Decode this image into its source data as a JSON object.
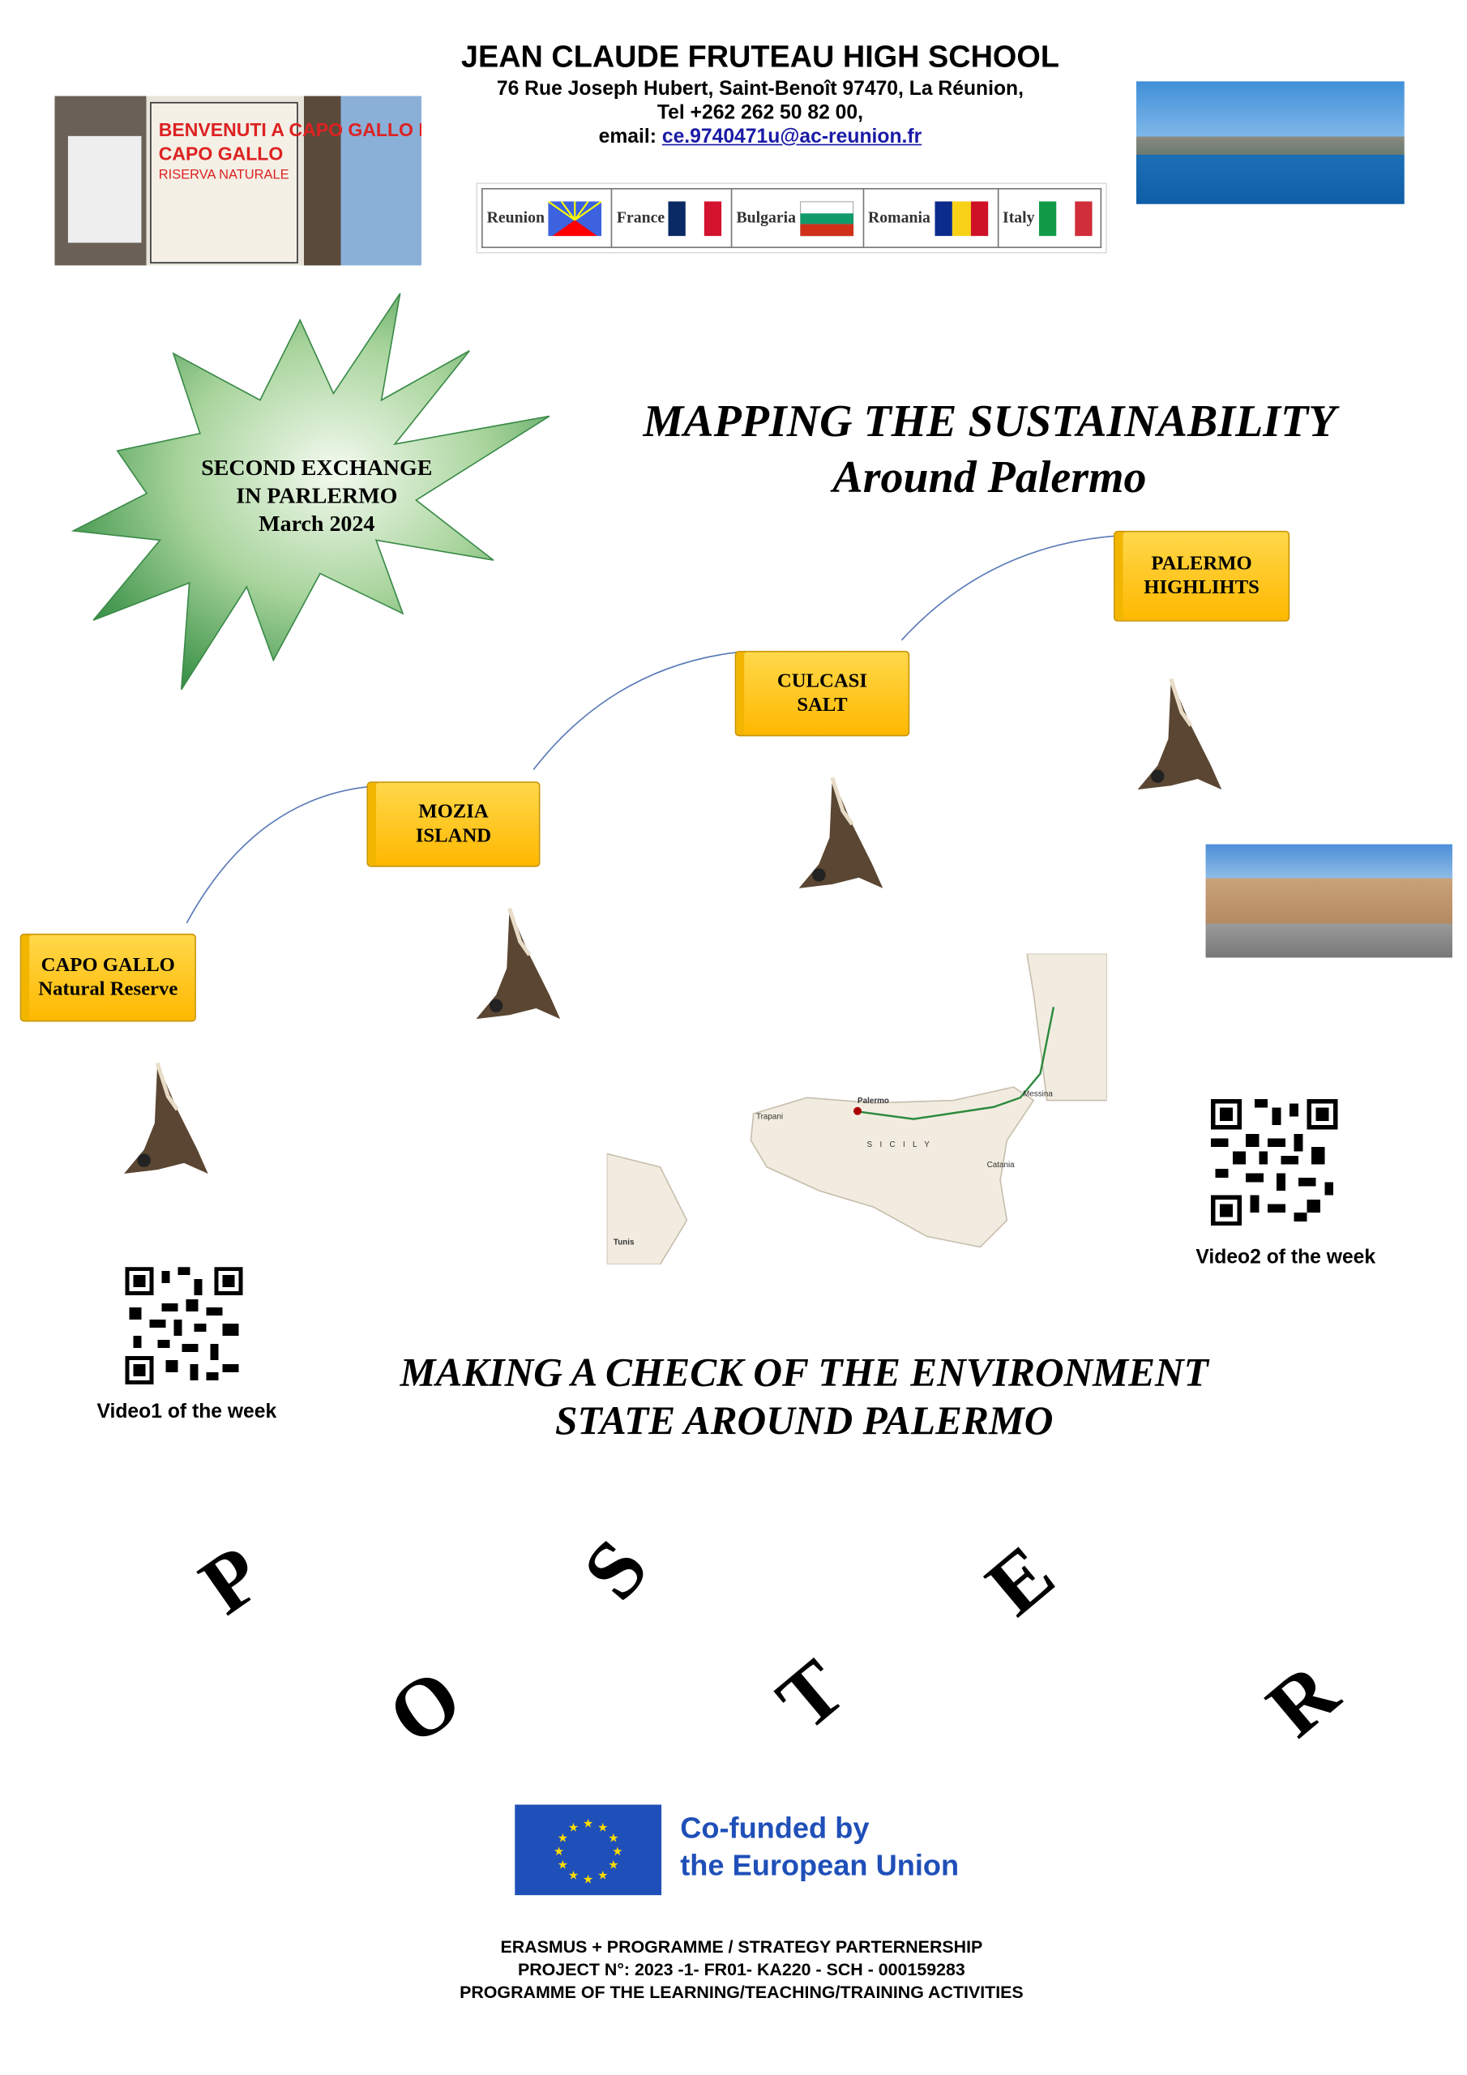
{
  "header": {
    "school": "JEAN CLAUDE FRUTEAU HIGH SCHOOL",
    "address": "76 Rue Joseph Hubert, Saint-Benoît 97470, La Réunion,",
    "tel": "Tel +262 262 50 82 00,",
    "email_label": "email: ",
    "email": "ce.9740471u@ac-reunion.fr"
  },
  "partners": [
    {
      "name": "Reunion"
    },
    {
      "name": "France"
    },
    {
      "name": "Bulgaria"
    },
    {
      "name": "Romania"
    },
    {
      "name": "Italy"
    }
  ],
  "sign_photo_text": "BENVENUTI A CAPO GALLO RISERVA NATURALE",
  "starburst": {
    "line1": "SECOND EXCHANGE",
    "line2": "IN PARLERMO",
    "line3": "March 2024"
  },
  "title": {
    "line1": "MAPPING THE SUSTAINABILITY",
    "line2": "Around Palermo"
  },
  "stops": [
    {
      "line1": "CAPO GALLO",
      "line2": "Natural Reserve"
    },
    {
      "line1": "MOZIA",
      "line2": "ISLAND"
    },
    {
      "line1": "CULCASI",
      "line2": "SALT"
    },
    {
      "line1": "PALERMO",
      "line2": "HIGHLIHTS"
    }
  ],
  "map_labels": {
    "palermo": "Palermo",
    "sicily": "S I C I L Y",
    "messina": "Messina",
    "catania": "Catania",
    "trapani": "Trapani",
    "tunis": "Tunis"
  },
  "videos": {
    "video1": "Video1 of the week",
    "video2": "Video2 of the week"
  },
  "subtitle": {
    "line1": "MAKING A CHECK OF THE ENVIRONMENT",
    "line2": "STATE AROUND PALERMO"
  },
  "poster_letters": [
    "P",
    "O",
    "S",
    "T",
    "E",
    "R"
  ],
  "eu": {
    "line1": "Co-funded by",
    "line2": "the European Union"
  },
  "footer": {
    "line1": "ERASMUS + PROGRAMME / STRATEGY PARTERNERSHIP",
    "line2": "PROJECT N°: 2023 -1- FR01- KA220 - SCH - 000159283",
    "line3": "PROGRAMME OF THE LEARNING/TEACHING/TRAINING ACTIVITIES"
  },
  "colors": {
    "scroll": "#ffc800",
    "star": "#3e9a4f",
    "eu_blue": "#1f4fb8",
    "link": "#1a1aa6"
  }
}
